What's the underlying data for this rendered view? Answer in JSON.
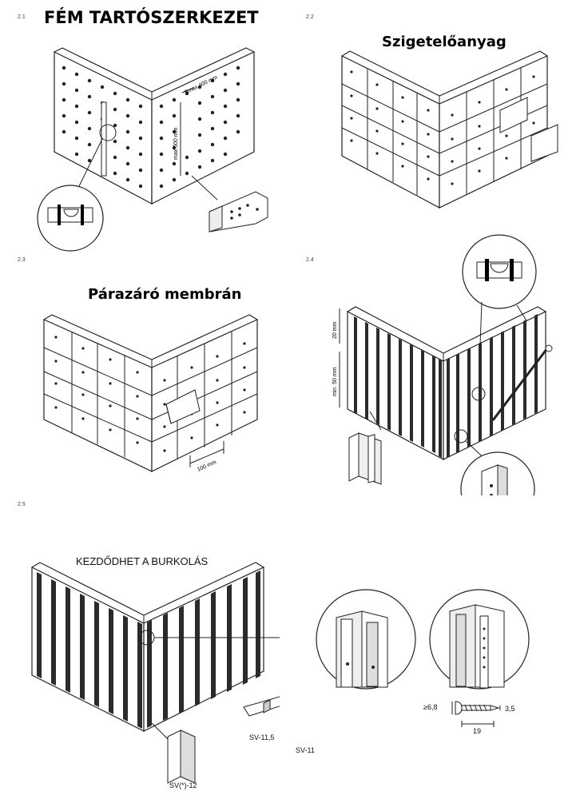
{
  "steps": [
    {
      "number": "2.1",
      "title": "FÉM TARTÓSZERKEZET",
      "dim_label_1": "Smax 400 mm",
      "dim_label_2": "max 500 mm"
    },
    {
      "number": "2.2",
      "title": "Szigetelőanyag"
    },
    {
      "number": "2.3",
      "title": "Párazáró membrán",
      "dim_label": "100 mm"
    },
    {
      "number": "2.4",
      "dim_label_1": "20 mm",
      "dim_label_2": "min. 50 mm"
    },
    {
      "number": "2.5",
      "caption": "KEZDŐDHET A BURKOLÁS",
      "profiles": [
        "SV-11,5",
        "SV-11",
        "SV(*)-12"
      ],
      "screw": {
        "head": "≥6,8",
        "shank": "3,5",
        "length": "19"
      }
    }
  ],
  "colors": {
    "line": "#222222",
    "fill": "#ffffff",
    "shade": "#d9d9d9",
    "dark": "#333333"
  }
}
